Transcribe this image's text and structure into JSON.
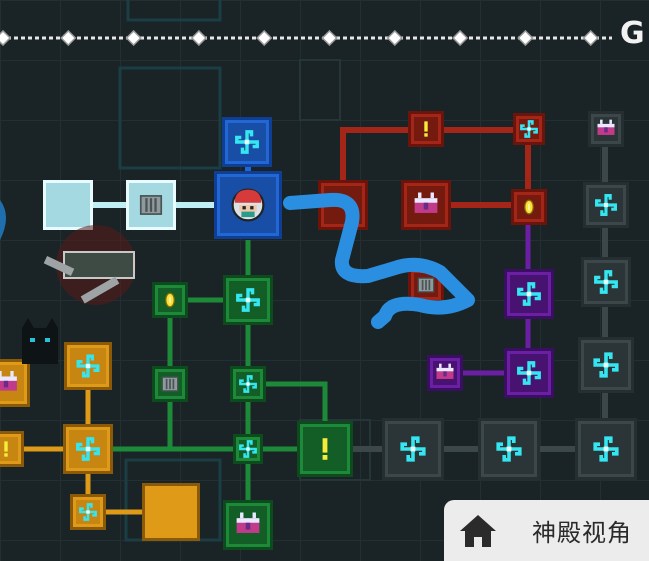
{
  "view_button": {
    "label": "神殿视角",
    "icon": "home-icon"
  },
  "corner_letter": "G",
  "progress_track": {
    "markers": 10,
    "icon": "diamond-marker-icon"
  },
  "colors": {
    "background": "#1a2426",
    "blue": "#1f5fc8",
    "red": "#b2281a",
    "purple": "#6b1fa6",
    "green": "#1f8a3a",
    "orange": "#e09a18",
    "gray": "#3e4a4c",
    "cyan_icon": "#35e6f0",
    "drawn_path": "#2a8fe0"
  },
  "icons": {
    "portal": "portal-swirl-icon",
    "chest": "treasure-chest-icon",
    "alert": "exclamation-icon",
    "coin": "coin-icon",
    "barrel": "barrel-icon",
    "player": "player-avatar-icon"
  }
}
